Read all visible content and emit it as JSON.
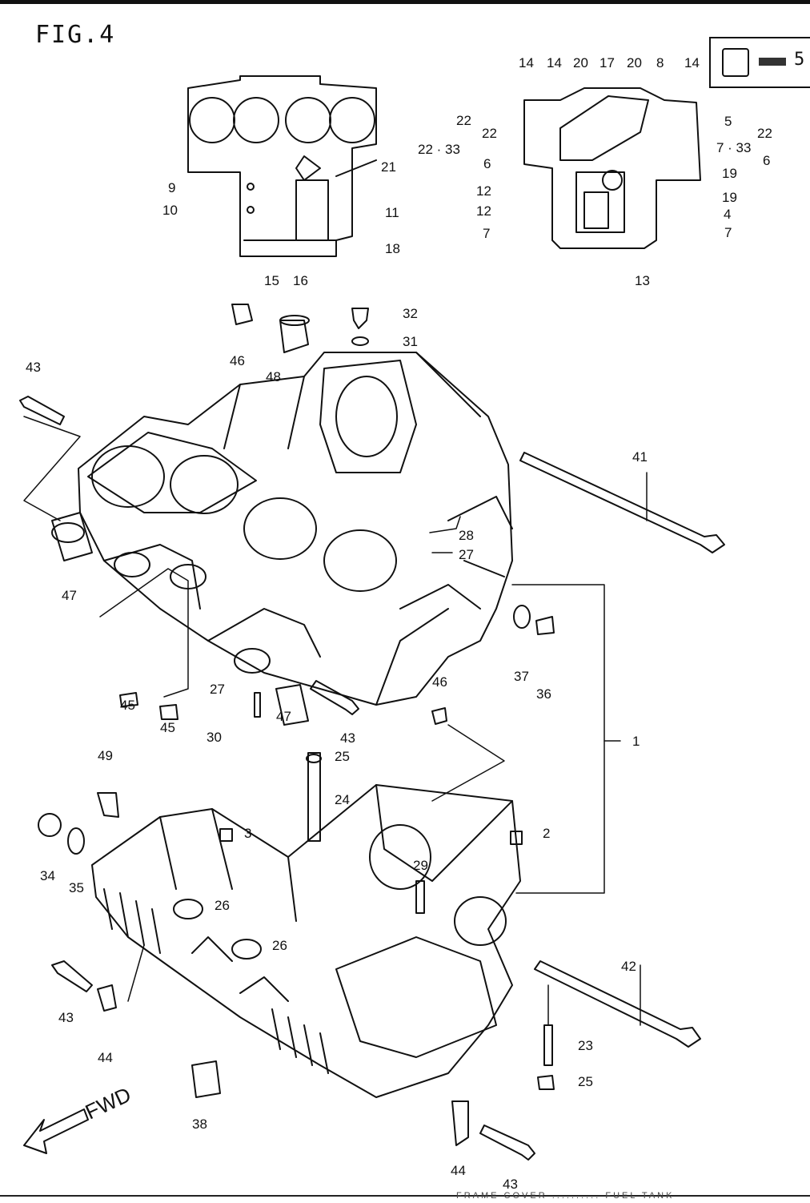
{
  "figure": {
    "title": "FIG.4"
  },
  "legend": {
    "text": "5"
  },
  "footer": {
    "text": "FRAME COVER .......... FUEL TANK"
  },
  "callouts": [
    "14",
    "14",
    "20",
    "17",
    "20",
    "8",
    "14",
    "22",
    "22",
    "22",
    "22 · 33",
    "7 · 33",
    "6",
    "6",
    "5",
    "12",
    "12",
    "19",
    "19",
    "4",
    "7",
    "7",
    "13",
    "9",
    "10",
    "21",
    "11",
    "18",
    "15",
    "16",
    "32",
    "31",
    "46",
    "48",
    "43",
    "41",
    "28",
    "27",
    "47",
    "45",
    "45",
    "27",
    "30",
    "47",
    "43",
    "37",
    "36",
    "46",
    "1",
    "25",
    "24",
    "49",
    "3",
    "2",
    "34",
    "35",
    "29",
    "26",
    "26",
    "43",
    "44",
    "42",
    "23",
    "25",
    "38",
    "44",
    "43"
  ],
  "labels": {
    "fwd": "FWD"
  }
}
